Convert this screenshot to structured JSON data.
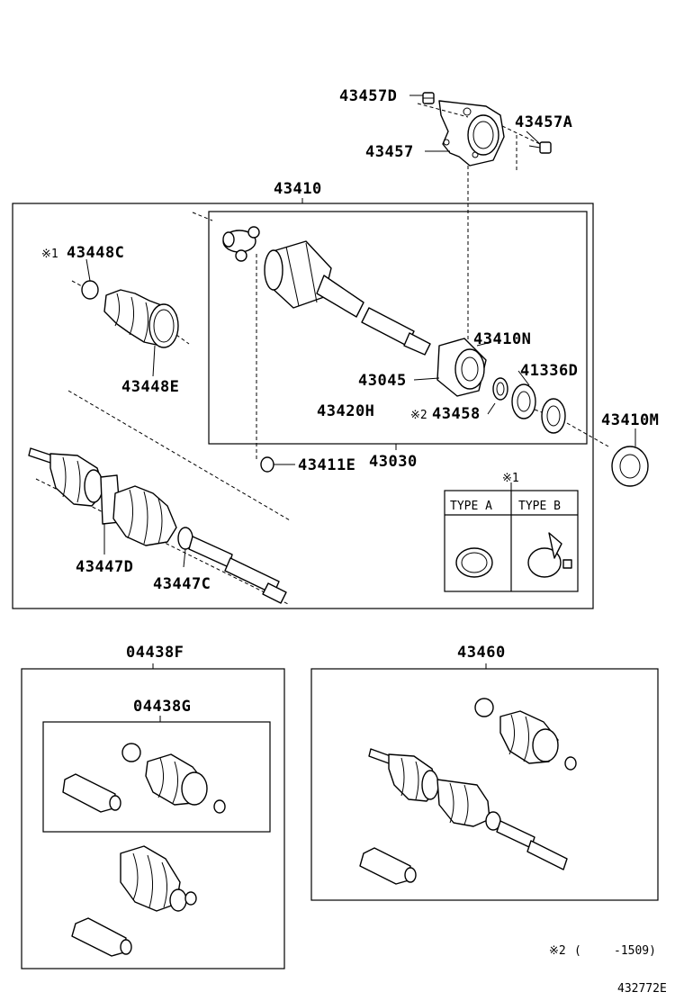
{
  "labels": {
    "p43457D": "43457D",
    "p43457A": "43457A",
    "p43457": "43457",
    "p43410": "43410",
    "p43448C": "43448C",
    "note1_mark_a": "※1",
    "p43448E": "43448E",
    "p43410N": "43410N",
    "p43045": "43045",
    "p41336D": "41336D",
    "p43420H": "43420H",
    "note2_mark_a": "※2",
    "p43458": "43458",
    "p43410M": "43410M",
    "p43411E": "43411E",
    "p43030": "43030",
    "p43447D": "43447D",
    "p43447C": "43447C",
    "p04438F": "04438F",
    "p04438G": "04438G",
    "p43460": "43460"
  },
  "type_table": {
    "note_mark": "※1",
    "type_a": "TYPE A",
    "type_b": "TYPE B"
  },
  "footer": {
    "note_mark": "※2",
    "note_paren_open": "(",
    "note_text": "-1509)",
    "diagram_id": "432772E"
  }
}
